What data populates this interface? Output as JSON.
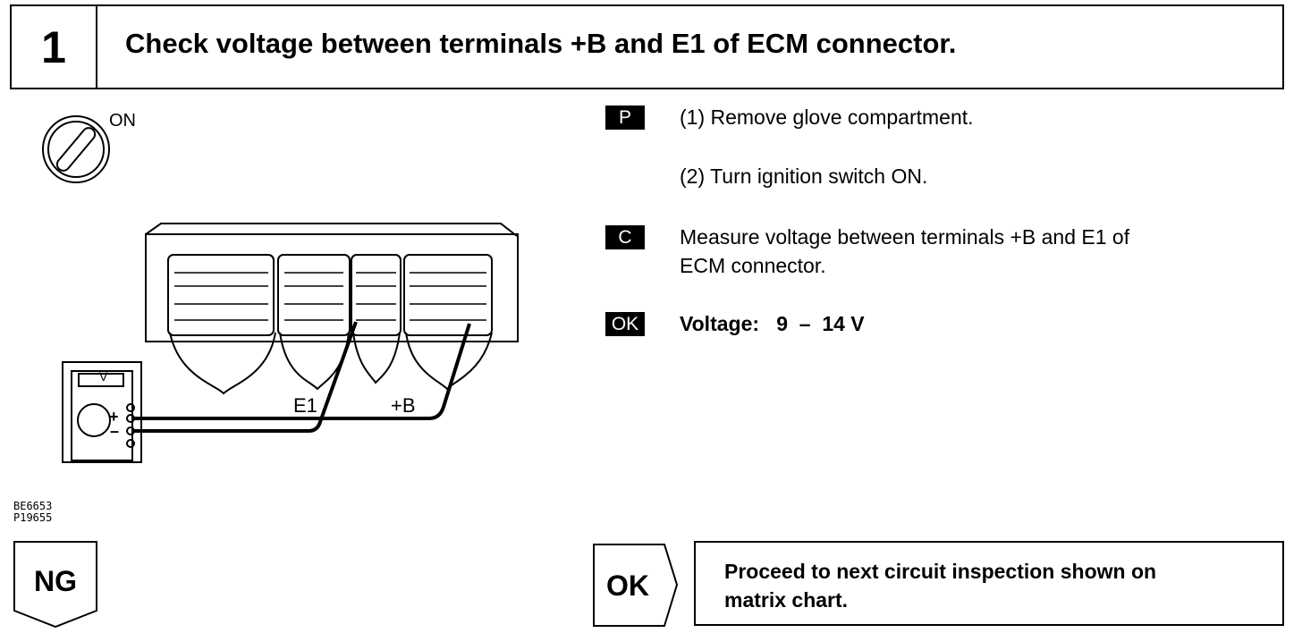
{
  "header": {
    "step_number": "1",
    "title": "Check voltage between terminals +B and E1 of ECM connector."
  },
  "illustration": {
    "ignition_label": "ON",
    "meter_label": "V",
    "meter_plus": "+",
    "meter_minus": "–",
    "terminal_e1": "E1",
    "terminal_b": "+B"
  },
  "figure_codes": [
    "BE6653",
    "P19655"
  ],
  "instructions": [
    {
      "badge": "P",
      "lines": [
        "(1) Remove glove compartment."
      ]
    },
    {
      "badge": "",
      "lines": [
        "(2) Turn ignition switch ON."
      ]
    },
    {
      "badge": "C",
      "lines": [
        "Measure voltage between terminals +B and E1 of",
        "ECM connector."
      ]
    },
    {
      "badge": "OK",
      "lines": [
        "Voltage:   9  –  14 V"
      ]
    }
  ],
  "results": {
    "ng_label": "NG",
    "ok_label": "OK",
    "ok_action_lines": [
      "Proceed to next circuit inspection shown on",
      "matrix chart."
    ]
  }
}
